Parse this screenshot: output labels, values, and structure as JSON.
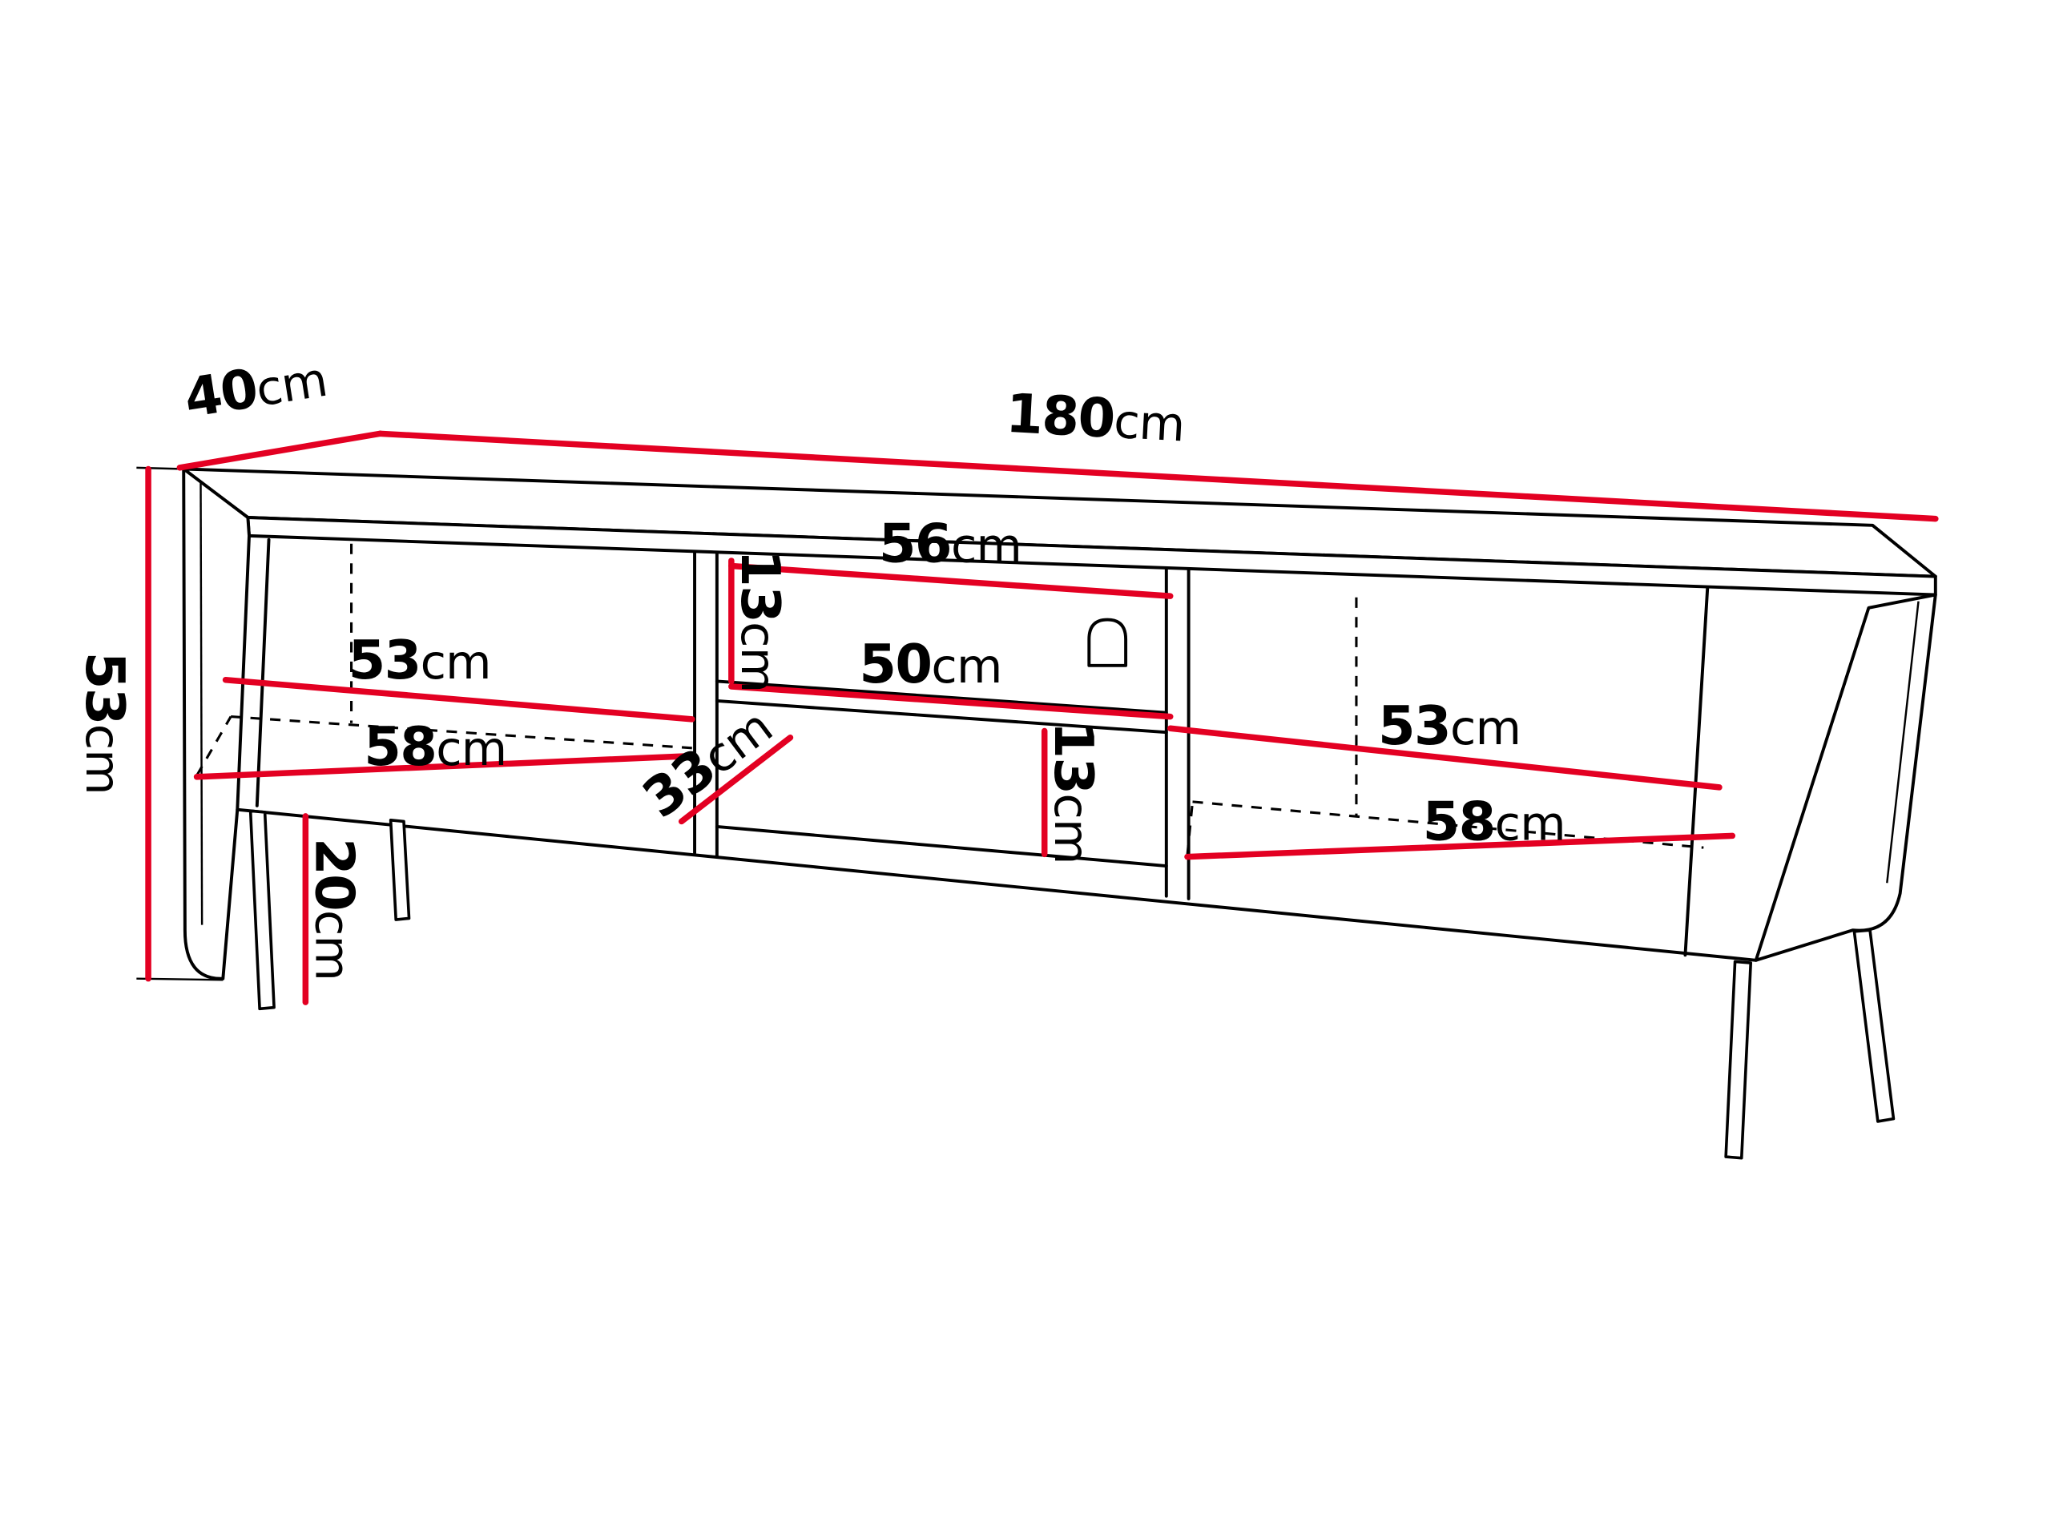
{
  "diagram": {
    "type": "furniture-dimension-drawing",
    "subject": "TV stand with two doors, open middle shelves and metal legs",
    "unit": "cm",
    "colors": {
      "outline": "#000000",
      "dimension_line": "#e30022",
      "text": "#000000",
      "background": "#ffffff"
    },
    "labels": {
      "total_width": {
        "value": "180",
        "unit": "cm"
      },
      "total_depth": {
        "value": "40",
        "unit": "cm"
      },
      "total_height": {
        "value": "53",
        "unit": "cm"
      },
      "left_door_width": {
        "value": "53",
        "unit": "cm"
      },
      "left_inner_width": {
        "value": "58",
        "unit": "cm"
      },
      "niche_top_width": {
        "value": "56",
        "unit": "cm"
      },
      "niche_upper_height": {
        "value": "13",
        "unit": "cm"
      },
      "shelf_width": {
        "value": "50",
        "unit": "cm"
      },
      "niche_depth": {
        "value": "33",
        "unit": "cm"
      },
      "niche_lower_height": {
        "value": "13",
        "unit": "cm"
      },
      "right_door_width": {
        "value": "53",
        "unit": "cm"
      },
      "right_inner_width": {
        "value": "58",
        "unit": "cm"
      },
      "leg_height": {
        "value": "20",
        "unit": "cm"
      }
    }
  }
}
